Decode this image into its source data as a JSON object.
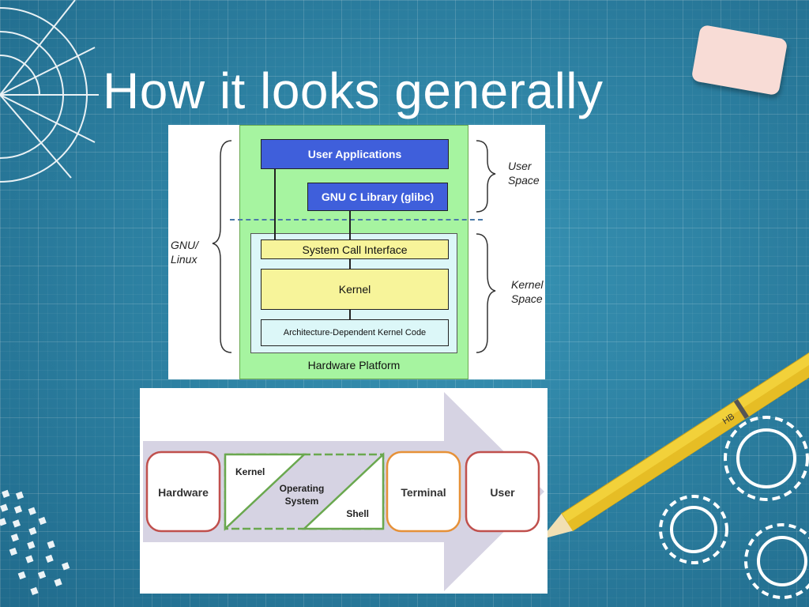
{
  "slide": {
    "title": "How it looks generally"
  },
  "linux_diagram": {
    "user_applications": "User Applications",
    "glibc": "GNU C Library (glibc)",
    "system_call_interface": "System Call Interface",
    "kernel": "Kernel",
    "arch_code": "Architecture-Dependent Kernel Code",
    "hardware_platform": "Hardware Platform",
    "gnu_linux": "GNU/ Linux",
    "gnu_linux_line1": "GNU/",
    "gnu_linux_line2": "Linux",
    "user_space_line1": "User",
    "user_space_line2": "Space",
    "kernel_space_line1": "Kernel",
    "kernel_space_line2": "Space"
  },
  "flow_diagram": {
    "hardware": "Hardware",
    "kernel": "Kernel",
    "os_line1": "Operating",
    "os_line2": "System",
    "shell": "Shell",
    "terminal": "Terminal",
    "user": "User"
  },
  "decor": {
    "pencil_label": "HB"
  },
  "colors": {
    "background": "#2c84a7",
    "hardware_green": "#a6f4a0",
    "blue_box": "#3f5fdb",
    "yellow_box": "#f7f49a",
    "cyan_box": "#dcf7f8",
    "red_outline": "#c0504d",
    "green_outline": "#6aa84f",
    "orange_outline": "#e69138"
  }
}
